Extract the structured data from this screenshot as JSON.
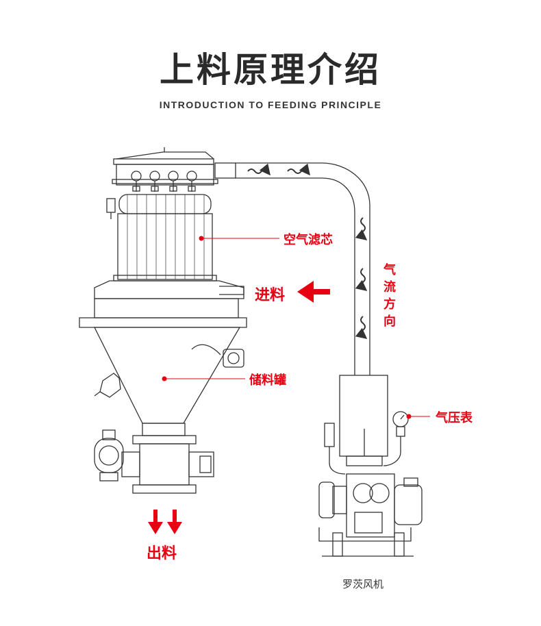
{
  "header": {
    "title": "上料原理介绍",
    "subtitle": "INTRODUCTION TO FEEDING PRINCIPLE"
  },
  "labels": {
    "air_filter": "空气滤芯",
    "feed_in": "进料",
    "airflow_direction": [
      "气",
      "流",
      "方",
      "向"
    ],
    "storage_tank": "储料罐",
    "pressure_gauge": "气压表",
    "discharge": "出料",
    "roots_blower": "罗茨风机"
  },
  "colors": {
    "accent": "#e60012",
    "line": "#333333",
    "title": "#2a2a2a"
  }
}
